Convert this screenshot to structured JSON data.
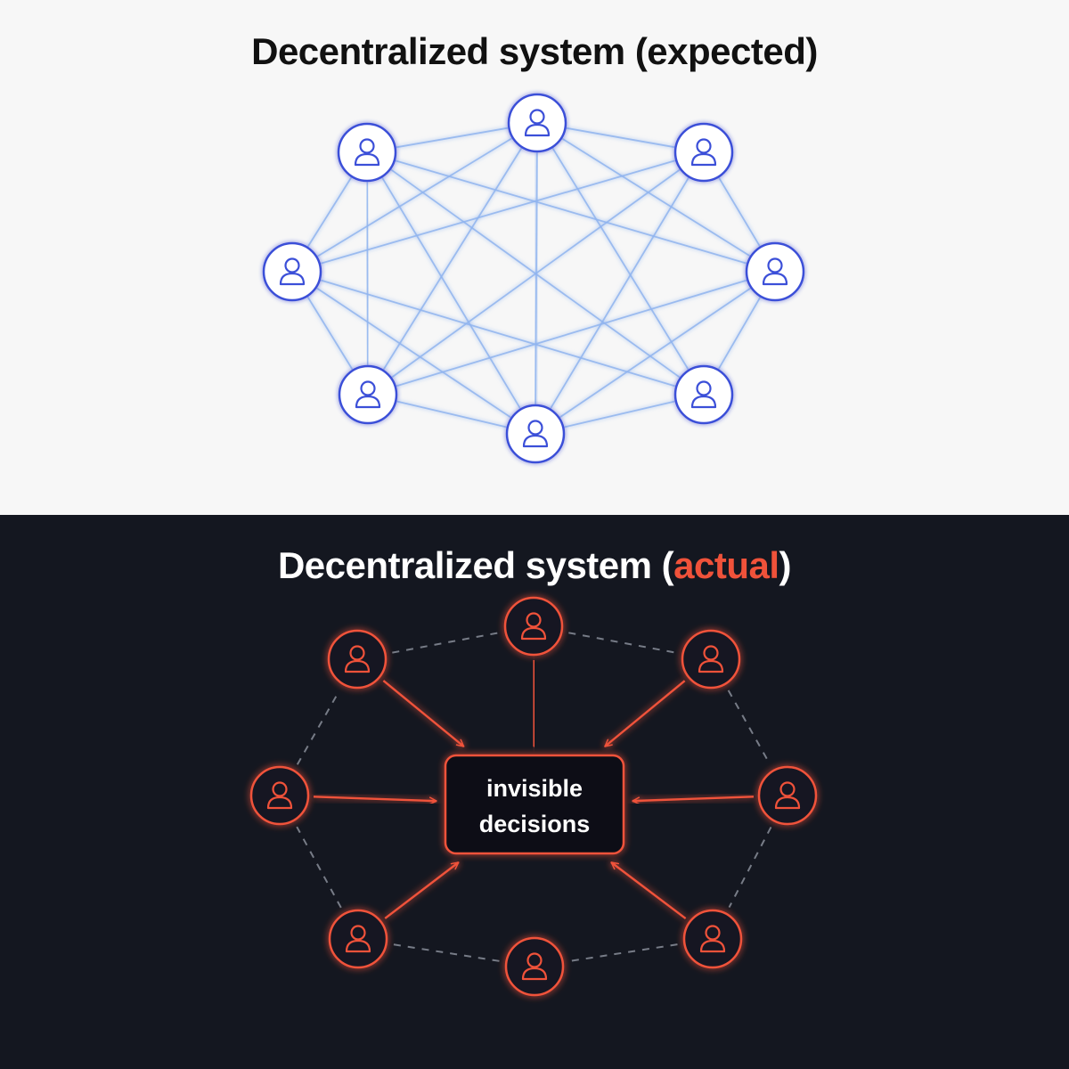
{
  "expected": {
    "title": "Decentralized system (expected)",
    "node_icon": "person-icon",
    "node_color": "#3b4fd8",
    "link_color": "#8fb4ee",
    "node_count": 8
  },
  "actual": {
    "title_prefix": "Decentralized system (",
    "title_accent": "actual",
    "title_suffix": ")",
    "node_icon": "person-icon",
    "node_color": "#f0523a",
    "peer_link_color": "#777c87",
    "node_count": 8,
    "hub": {
      "line1": "invisible",
      "line2": "decisions"
    }
  },
  "colors": {
    "top_background": "#f7f7f7",
    "bottom_background": "#141720",
    "accent": "#f0523a"
  }
}
